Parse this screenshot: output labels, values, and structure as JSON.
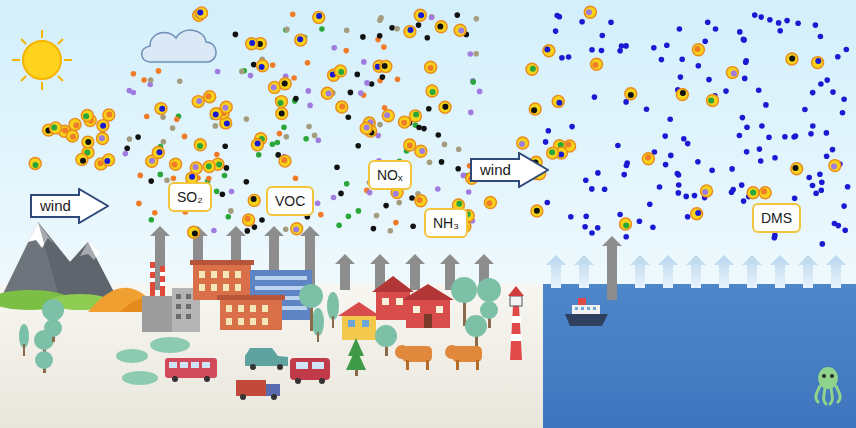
{
  "diagram": {
    "nodes": [
      {
        "text": [
          "wind"
        ]
      },
      {
        "text": [
          "SO₂"
        ]
      },
      {
        "text": [
          "VOC"
        ]
      },
      {
        "text": [
          "NOₓ"
        ]
      },
      {
        "text": [
          "NH₃"
        ]
      },
      {
        "text": [
          "wind"
        ]
      },
      {
        "text": [
          "DMS"
        ]
      }
    ]
  }
}
